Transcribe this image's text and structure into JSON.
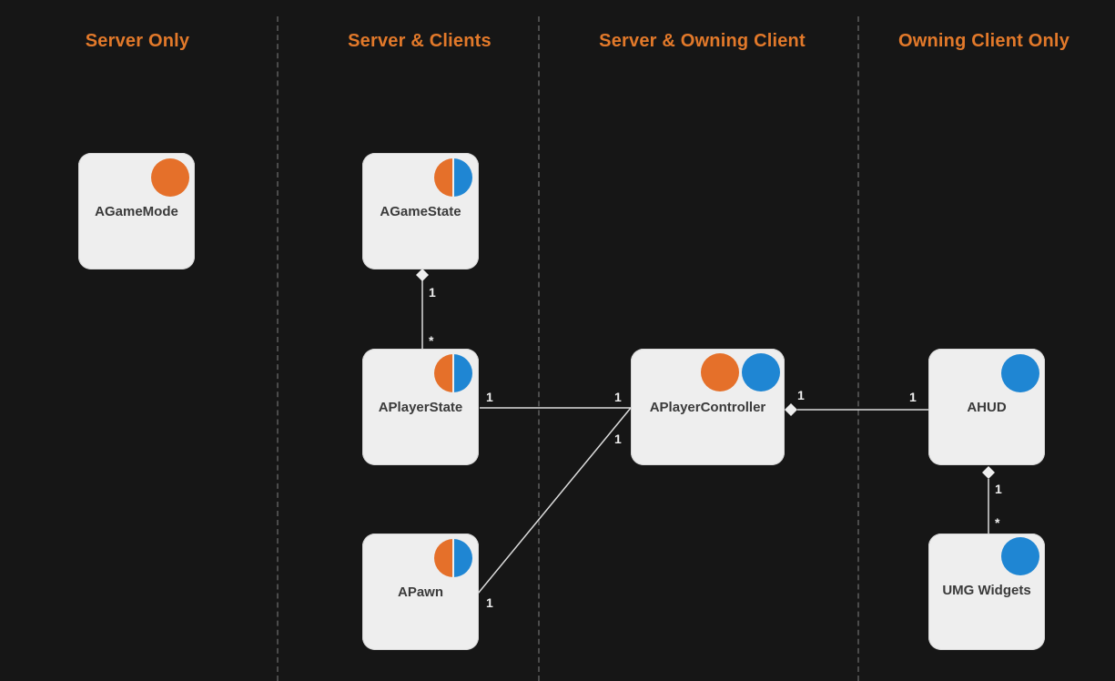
{
  "columns": [
    {
      "title": "Server Only"
    },
    {
      "title": "Server & Clients"
    },
    {
      "title": "Server & Owning Client"
    },
    {
      "title": "Owning Client Only"
    }
  ],
  "nodes": {
    "agamemode": {
      "label": "AGameMode",
      "replication": "orange"
    },
    "agamestate": {
      "label": "AGameState",
      "replication": "orange-blue-split"
    },
    "aplayerstate": {
      "label": "APlayerState",
      "replication": "orange-blue-split"
    },
    "apawn": {
      "label": "APawn",
      "replication": "orange-blue-split"
    },
    "aplayercontroller": {
      "label": "APlayerController",
      "replication": "orange-and-blue"
    },
    "ahud": {
      "label": "AHUD",
      "replication": "blue"
    },
    "umg_widgets": {
      "label": "UMG Widgets",
      "replication": "blue"
    }
  },
  "relations": {
    "gamestate_playerstate": {
      "from_mult": "1",
      "to_mult": "*"
    },
    "playerstate_controller": {
      "from_mult": "1",
      "to_mult": "1"
    },
    "pawn_controller": {
      "from_mult": "1",
      "to_mult": "1"
    },
    "controller_hud": {
      "from_mult": "1",
      "to_mult": "1"
    },
    "hud_widgets": {
      "from_mult": "1",
      "to_mult": "*"
    }
  },
  "colors": {
    "background": "#161616",
    "title": "#e2792a",
    "node": "#eeeeee",
    "server": "#e5702a",
    "client": "#1f86d3"
  }
}
